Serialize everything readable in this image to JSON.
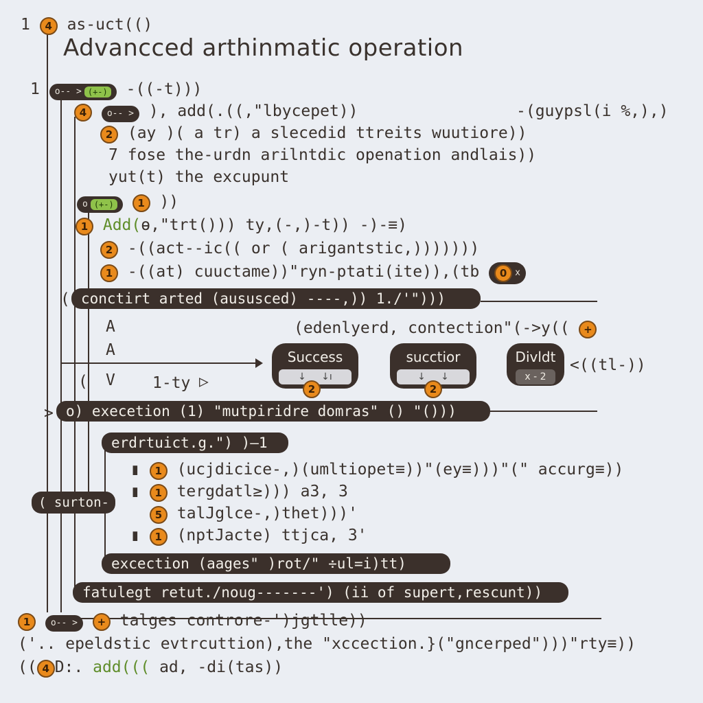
{
  "header": {
    "num": "1",
    "node": "4",
    "func": "as-uct(()",
    "title": "Advancced arthinmatic operation"
  },
  "lines": {
    "l1": {
      "num": "1",
      "pill": "o-- >",
      "pill_inner": "(+-)",
      "text": "-((-t)))"
    },
    "l2": {
      "node": "4",
      "pill": "o-- >",
      "text": "), add(.((,\"lbycepet))",
      "right": "-(guypsl(i %,),)"
    },
    "l3": {
      "node": "2",
      "text": "(ay )( a tr) a slecedid ttreits wuutiore))"
    },
    "l4": {
      "text": "7 fose the-urdn arilntdic openation andlais))"
    },
    "l5": {
      "text": "yut(t) the excupunt"
    },
    "l6": {
      "pill": "o",
      "pill_inner": "(+-)",
      "node": "1",
      "text": "))"
    },
    "l7": {
      "node": "1",
      "green": "Add(",
      "text": "ɵ,\"trt()))  ty,(-,)-t))  -)-≡)"
    },
    "l8": {
      "node": "2",
      "text": "-((act--ic((  or ( arigantstic,)))))))"
    },
    "l9": {
      "node": "1",
      "text": "-((at) cuuctame))\"ryn-ptati(ite)),(tb",
      "pill_node": "0",
      "pill_x": "x"
    }
  },
  "bars": {
    "b1": {
      "prefix": "(",
      "text": "conctirt arted (aususced) ----,)) 1./'\")))"
    },
    "b2": {
      "prefix": ">",
      "text": "o) execetion (1) \"mutpiridre domras\" () \"()))"
    },
    "b3": {
      "text": "erdrtuict.g.\") )—1"
    },
    "b4": {
      "text": "excection (aages\" )rot/\" ÷ul=i)tt)"
    },
    "b5": {
      "text": "fatulegt retut./noug-------') (ii of supert,rescunt))"
    },
    "surton": "( surton-"
  },
  "middle": {
    "a1": "A",
    "a2": "A",
    "v": "V",
    "paren": "(",
    "right_label": "(edenlyerd, contection\"(->y((",
    "right_node": "+",
    "arrow_label": "1-ty",
    "box_success": {
      "label": "Success",
      "sub_left": "↓",
      "sub_right": "↓ı",
      "node": "2"
    },
    "box_succtior": {
      "label": "succtior",
      "sub_left": "↓",
      "sub_right": "↓",
      "node": "2"
    },
    "box_divide": {
      "label": "Divldt",
      "sub": "x - 2"
    },
    "box_right": "<((tl-))"
  },
  "list": [
    {
      "node": "1",
      "text": "(ucjdicice-,)(umltiopet≡))\"(ey≡)))\"(\" accurg≡))"
    },
    {
      "node": "1",
      "text": "tergdatl≥))) a3, 3"
    },
    {
      "node": "5",
      "text": "talJglce-,)thet)))'"
    },
    {
      "node": "1",
      "text": "(nptJacte) ttjca, 3'"
    }
  ],
  "footer": {
    "f1": {
      "node": "1",
      "pill": "o-- >",
      "node2": "+",
      "text": "talges controre-')jgtlle))"
    },
    "f2": {
      "text": "('.. epeldstic evtrcuttion),the \"xccection.}(\"gncerped\")))\"rty≡))"
    },
    "f3": {
      "prefix": "((",
      "node": "4",
      "suffix": "D:.",
      "green": "add(((",
      "text": "a⁠d, -di(tas))"
    }
  },
  "colors": {
    "background": "#ebeef3",
    "node": "#e98a1c",
    "bar": "#3b302b",
    "green": "#5f8d2a"
  }
}
